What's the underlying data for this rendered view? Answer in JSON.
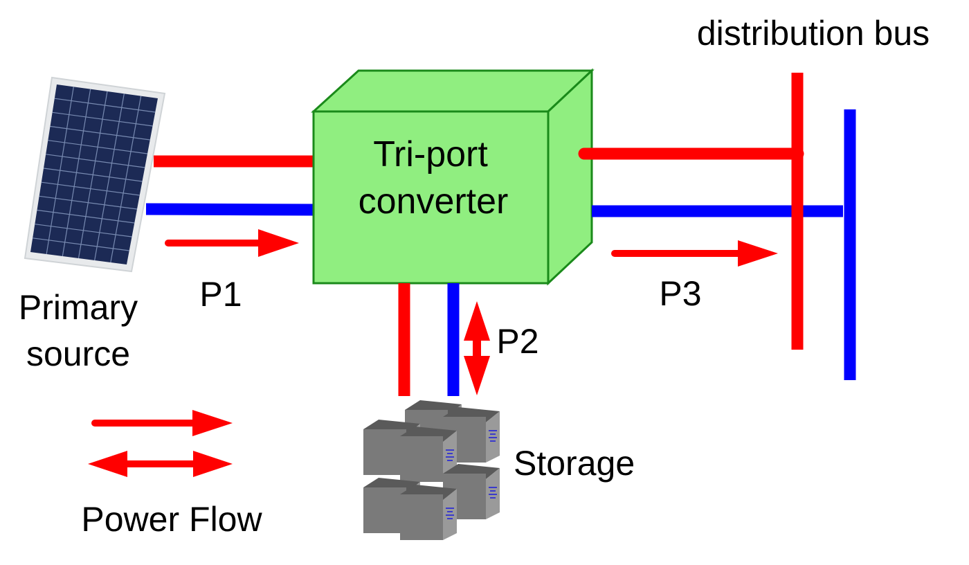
{
  "labels": {
    "bus": "distribution bus",
    "converter_line1": "Tri-port",
    "converter_line2": "converter",
    "source_line1": "Primary",
    "source_line2": "source",
    "p1": "P1",
    "p2": "P2",
    "p3": "P3",
    "storage": "Storage",
    "legend": "Power Flow"
  },
  "colors": {
    "positive_line": "#ff0000",
    "negative_line": "#0000ff",
    "converter_fill": "#90ee80",
    "converter_stroke": "#1a8a1a",
    "arrow": "#ff0000",
    "panel_cell": "#1c2a55",
    "battery": "#6e6e6e",
    "battery_symbol": "#3a3acc"
  }
}
